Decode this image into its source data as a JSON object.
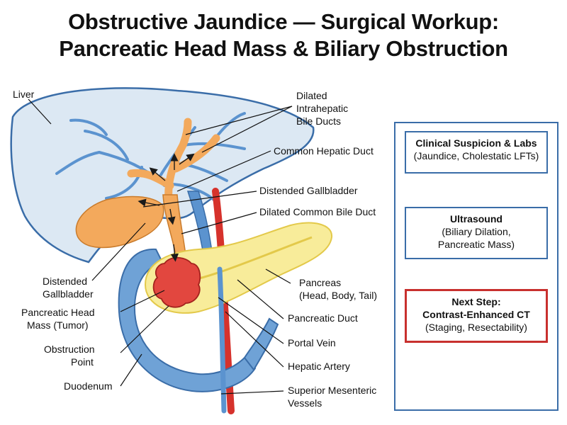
{
  "title": {
    "line1": "Obstructive Jaundice — Surgical Workup:",
    "line2": "Pancreatic Head Mass & Biliary Obstruction"
  },
  "labels": {
    "liver": "Liver",
    "dilated_intrahepatic": [
      "Dilated",
      "Intrahepatic",
      "Bile Ducts"
    ],
    "common_hepatic_duct": "Common Hepatic Duct",
    "distended_gallbladder_right": "Distended Gallbladder",
    "dilated_cbd": "Dilated Common Bile Duct",
    "distended_gallbladder_left": [
      "Distended",
      "Gallbladder"
    ],
    "pancreatic_head_mass": [
      "Pancreatic Head",
      "Mass (Tumor)"
    ],
    "obstruction_point": [
      "Obstruction",
      "Point"
    ],
    "duodenum": "Duodenum",
    "pancreas": [
      "Pancreas",
      "(Head, Body, Tail)"
    ],
    "pancreatic_duct": "Pancreatic Duct",
    "portal_vein": "Portal Vein",
    "hepatic_artery": "Hepatic Artery",
    "sm_vessels": [
      "Superior Mesenteric",
      "Vessels"
    ]
  },
  "flowchart": [
    {
      "head": "Clinical Suspicion & Labs",
      "sub": [
        "(Jaundice, Cholestatic LFTs)"
      ]
    },
    {
      "head": "Ultrasound",
      "sub": [
        "(Biliary Dilation,",
        "Pancreatic Mass)"
      ]
    },
    {
      "head": "Next Step:",
      "head2": "Contrast-Enhanced CT",
      "sub": [
        "(Staging, Resectability)"
      ]
    }
  ],
  "colors": {
    "liver_fill": "#dce8f3",
    "outline": "#3a6da8",
    "bile_duct": "#f3a95c",
    "pancreas": "#f8ec9a",
    "tumor": "#e2473f",
    "artery": "#d6322c",
    "vein": "#5b93cf",
    "duodenum": "#6fa2d6",
    "final_box_border": "#c8302e"
  }
}
